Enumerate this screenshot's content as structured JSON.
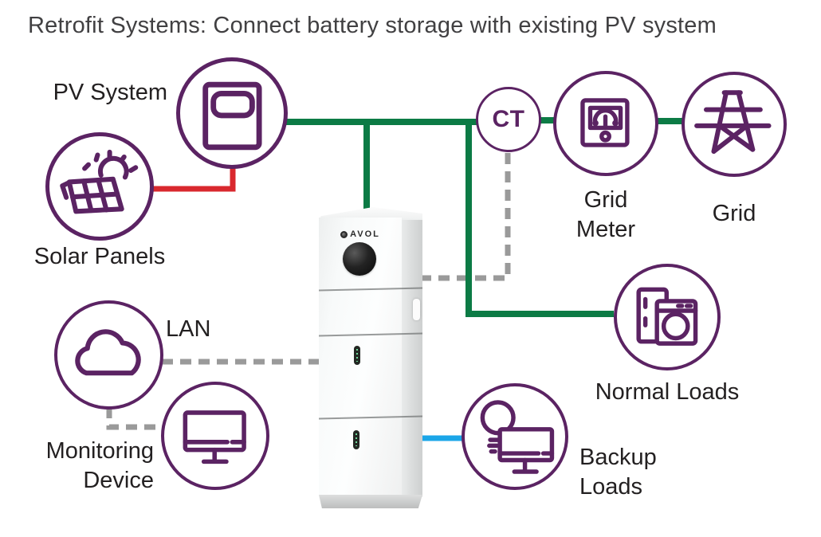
{
  "title": "Retrofit Systems: Connect battery storage with existing PV system",
  "nodes": {
    "pv_system": {
      "label": "PV System",
      "icon": "inverter-icon"
    },
    "solar_panels": {
      "label": "Solar Panels",
      "icon": "solar-panel-icon"
    },
    "ct": {
      "label": "CT"
    },
    "grid_meter": {
      "label": "Grid Meter",
      "label_lines": [
        "Grid",
        "Meter"
      ],
      "icon": "meter-icon"
    },
    "grid": {
      "label": "Grid",
      "icon": "pylon-icon"
    },
    "normal_loads": {
      "label": "Normal Loads",
      "icon": "appliances-icon"
    },
    "backup_loads": {
      "label": "Backup Loads",
      "label_lines": [
        "Backup",
        "Loads"
      ],
      "icon": "bulb-monitor-icon"
    },
    "lan": {
      "label": "LAN",
      "icon": "cloud-icon"
    },
    "monitoring_device": {
      "label": "Monitoring Device",
      "label_lines": [
        "Monitoring",
        "Device"
      ],
      "icon": "monitor-icon"
    }
  },
  "battery_tower": {
    "brand": "AVOL"
  },
  "connections": [
    {
      "from": "solar_panels",
      "to": "pv_system",
      "style": "solid",
      "color": "red"
    },
    {
      "from": "pv_system",
      "to": "ct",
      "style": "solid",
      "color": "green"
    },
    {
      "from": "pv_system",
      "to": "battery_tower",
      "style": "solid",
      "color": "green"
    },
    {
      "from": "pv_line",
      "to": "normal_loads",
      "style": "solid",
      "color": "green"
    },
    {
      "from": "ct",
      "to": "grid_meter",
      "style": "solid",
      "color": "green"
    },
    {
      "from": "grid_meter",
      "to": "grid",
      "style": "solid",
      "color": "green"
    },
    {
      "from": "ct",
      "to": "battery_tower",
      "style": "dashed",
      "color": "gray"
    },
    {
      "from": "lan",
      "to": "battery_tower",
      "style": "dashed",
      "color": "gray"
    },
    {
      "from": "lan",
      "to": "monitoring_device",
      "style": "dashed",
      "color": "gray"
    },
    {
      "from": "battery_tower",
      "to": "backup_loads",
      "style": "solid",
      "color": "blue"
    }
  ],
  "colors": {
    "node_outline": "#5b2363",
    "green_line": "#0c7b45",
    "red_line": "#d9282e",
    "blue_line": "#1ba6e8",
    "gray_dashed_line": "#9a9a9a",
    "title_text": "#414042",
    "label_text": "#232021"
  }
}
